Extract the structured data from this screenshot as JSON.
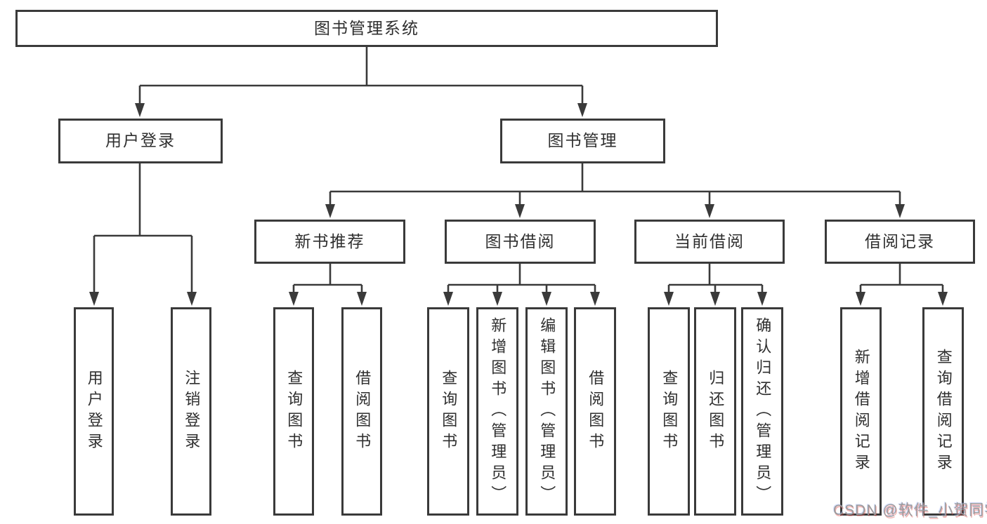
{
  "diagram": {
    "title": "图书管理系统",
    "watermark": "CSDN @软件_小贺同学",
    "colors": {
      "line": "#3a3a3a",
      "box_border": "#3a3a3a",
      "text": "#2f2f2f",
      "background": "#ffffff",
      "watermark": "#9c9c9c"
    },
    "tree": {
      "label": "图书管理系统",
      "children": [
        {
          "label": "用户登录",
          "children": [
            {
              "label": "用户登录"
            },
            {
              "label": "注销登录"
            }
          ]
        },
        {
          "label": "图书管理",
          "children": [
            {
              "label": "新书推荐",
              "children": [
                {
                  "label": "查询图书"
                },
                {
                  "label": "借阅图书"
                }
              ]
            },
            {
              "label": "图书借阅",
              "children": [
                {
                  "label": "查询图书"
                },
                {
                  "label": "新增图书（管理员）"
                },
                {
                  "label": "编辑图书（管理员）"
                },
                {
                  "label": "借阅图书"
                }
              ]
            },
            {
              "label": "当前借阅",
              "children": [
                {
                  "label": "查询图书"
                },
                {
                  "label": "归还图书"
                },
                {
                  "label": "确认归还（管理员）"
                }
              ]
            },
            {
              "label": "借阅记录",
              "children": [
                {
                  "label": "新增借阅记录"
                },
                {
                  "label": "查询借阅记录"
                }
              ]
            }
          ]
        }
      ]
    }
  }
}
